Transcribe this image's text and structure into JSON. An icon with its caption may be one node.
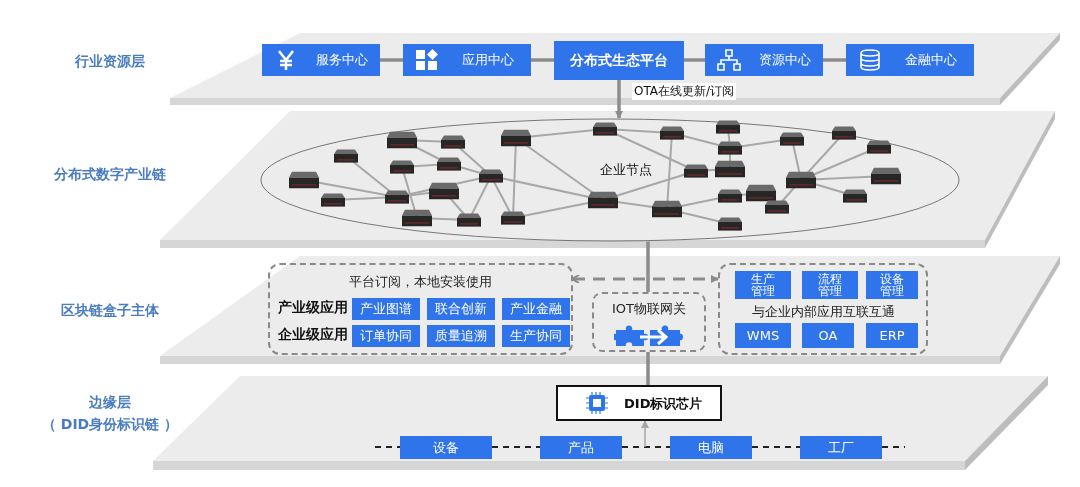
{
  "diagram": {
    "nodes": [
      {
        "text": [
          "行业资源层"
        ]
      },
      {
        "text": [
          "服务中心"
        ],
        "in": 0
      },
      {
        "text": [
          "应用中心"
        ],
        "in": 0
      },
      {
        "text": [
          "分布式生态平台"
        ],
        "in": 0
      },
      {
        "text": [
          "资源中心"
        ],
        "in": 0
      },
      {
        "text": [
          "金融中心"
        ],
        "in": 0
      },
      {
        "text": [
          "分布式数字产业链"
        ]
      },
      {
        "text": [
          "企业节点"
        ],
        "in": 6
      },
      {
        "text": [
          "区块链盒子主体"
        ]
      },
      {
        "text": [
          "平台订阅，本地安装使用",
          "产业级应用",
          "企业级应用"
        ],
        "in": 8
      },
      {
        "text": [
          "产业图谱"
        ],
        "in": 9
      },
      {
        "text": [
          "联合创新"
        ],
        "in": 9
      },
      {
        "text": [
          "产业金融"
        ],
        "in": 9
      },
      {
        "text": [
          "订单协同"
        ],
        "in": 9
      },
      {
        "text": [
          "质量追溯"
        ],
        "in": 9
      },
      {
        "text": [
          "生产协同"
        ],
        "in": 9
      },
      {
        "text": [
          "IOT物联网关"
        ],
        "in": 8
      },
      {
        "text": [
          "与企业内部应用互联互通"
        ],
        "in": 8
      },
      {
        "text": [
          "生产管理"
        ],
        "in": 17
      },
      {
        "text": [
          "流程管理"
        ],
        "in": 17
      },
      {
        "text": [
          "设备管理"
        ],
        "in": 17
      },
      {
        "text": [
          "WMS"
        ],
        "in": 17
      },
      {
        "text": [
          "OA"
        ],
        "in": 17
      },
      {
        "text": [
          "ERP"
        ],
        "in": 17
      },
      {
        "text": [
          "边缘层",
          "（ DID身份标识链 ）"
        ]
      },
      {
        "text": [
          "DID标识芯片"
        ],
        "in": 24
      },
      {
        "text": [
          "设备"
        ],
        "in": 24
      },
      {
        "text": [
          "产品"
        ],
        "in": 24
      },
      {
        "text": [
          "电脑"
        ],
        "in": 24
      },
      {
        "text": [
          "工厂"
        ],
        "in": 24
      }
    ],
    "edges": [
      {
        "from": 1,
        "to": 2,
        "arrow": "none"
      },
      {
        "from": 2,
        "to": 3,
        "arrow": "none"
      },
      {
        "from": 3,
        "to": 4,
        "arrow": "none"
      },
      {
        "from": 4,
        "to": 5,
        "arrow": "none"
      },
      {
        "from": 3,
        "to": 7,
        "arrow": "to",
        "label": "OTA在线更新/订阅"
      },
      {
        "from": 7,
        "to": 16,
        "arrow": "none"
      },
      {
        "from": 9,
        "to": 17,
        "arrow": "both",
        "style": "dashed"
      },
      {
        "from": 16,
        "to": 25,
        "arrow": "none"
      },
      {
        "from": null,
        "to": 26,
        "arrow": "none",
        "style": "dashed",
        "color": "#222222"
      },
      {
        "from": 26,
        "to": 27,
        "arrow": "none",
        "style": "dashed",
        "color": "#222222"
      },
      {
        "from": 27,
        "to": 28,
        "arrow": "none",
        "style": "dashed",
        "color": "#222222"
      },
      {
        "from": 28,
        "to": 29,
        "arrow": "none",
        "style": "dashed",
        "color": "#222222"
      },
      {
        "from": 29,
        "to": null,
        "arrow": "none",
        "style": "dashed",
        "color": "#222222"
      },
      {
        "from": null,
        "to": 25,
        "arrow": "to",
        "color": "#a6a6a6"
      }
    ]
  }
}
